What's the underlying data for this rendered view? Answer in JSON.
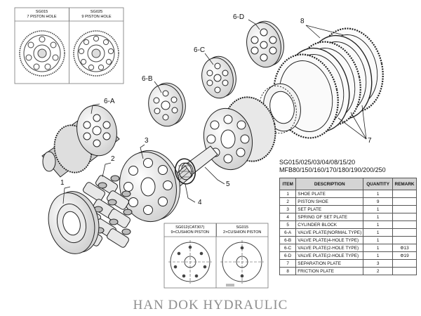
{
  "title_lines": [
    "SG015/025/03/04/08/15/20",
    "MFB80/150/160/170/180/190/200/250"
  ],
  "callouts": {
    "c1": "1",
    "c2": "2",
    "c3": "3",
    "c4": "4",
    "c5": "5",
    "c6a": "6-A",
    "c6b": "6-B",
    "c6c": "6-C",
    "c6d": "6-D",
    "c7": "7",
    "c8": "8"
  },
  "inset_top": {
    "left_head": [
      "SG015",
      "7 PISTON HOLE"
    ],
    "right_head": [
      "SG025",
      "9 PISTON HOLE"
    ]
  },
  "inset_bottom": {
    "left_head": [
      "SG012(CAT307)",
      "9×CUSHION PISTON"
    ],
    "right_head": [
      "SG015",
      "2×CUSHION PISTON"
    ]
  },
  "table": {
    "headers": [
      "ITEM",
      "DESCRIPTION",
      "QUANTITY",
      "REMARK"
    ],
    "rows": [
      [
        "1",
        "SHOE PLATE",
        "1",
        ""
      ],
      [
        "2",
        "PISTON SHOE",
        "9",
        ""
      ],
      [
        "3",
        "SET PLATE",
        "1",
        ""
      ],
      [
        "4",
        "SPRING OF SET PLATE",
        "1",
        ""
      ],
      [
        "5",
        "CYLINDER BLOCK",
        "1",
        ""
      ],
      [
        "6-A",
        "VALVE PLATE(NORMAL TYPE)",
        "1",
        ""
      ],
      [
        "6-B",
        "VALVE PLATE(4-HOLE TYPE)",
        "1",
        ""
      ],
      [
        "6-C",
        "VALVE PLATE(2-HOLE TYPE)",
        "1",
        "Φ13"
      ],
      [
        "6-D",
        "VALVE PLATE(2-HOLE TYPE)",
        "1",
        "Φ19"
      ],
      [
        "7",
        "SEPARATION PLATE",
        "3",
        ""
      ],
      [
        "8",
        "FRICTION PLATE",
        "2",
        ""
      ]
    ]
  },
  "watermark": "HAN DOK HYDRAULIC",
  "colors": {
    "line": "#222222",
    "fill": "#f2f2f2",
    "shade": "#bdbdbd",
    "dark": "#555555",
    "header_bg": "#d4d4d4"
  }
}
